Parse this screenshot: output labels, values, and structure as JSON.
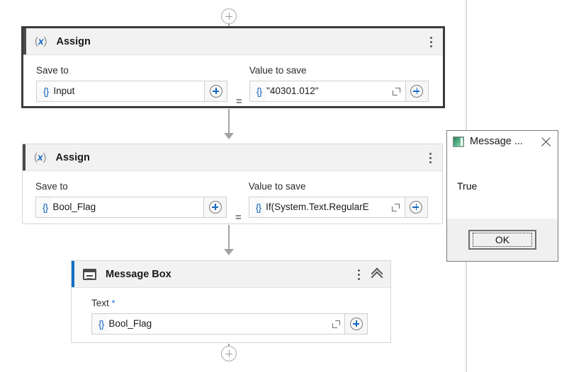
{
  "canvas": {
    "top_add_label": "+",
    "bottom_add_label": "+"
  },
  "nodes": [
    {
      "id": "assign-1",
      "icon": "assign-variable-icon",
      "title": "Assign",
      "selected": true,
      "accent": "#4a4a4a",
      "left_field": {
        "label": "Save to",
        "brace": "{}",
        "value": "Input"
      },
      "operator": "=",
      "right_field": {
        "label": "Value to save",
        "brace": "{}",
        "value": "\"40301.012\""
      }
    },
    {
      "id": "assign-2",
      "icon": "assign-variable-icon",
      "title": "Assign",
      "selected": false,
      "accent": "#4a4a4a",
      "left_field": {
        "label": "Save to",
        "brace": "{}",
        "value": "Bool_Flag"
      },
      "operator": "=",
      "right_field": {
        "label": "Value to save",
        "brace": "{}",
        "value": "If(System.Text.RegularE"
      }
    },
    {
      "id": "message-box",
      "icon": "message-box-icon",
      "title": "Message Box",
      "selected": false,
      "accent": "#0f6fc5",
      "text_field": {
        "label": "Text",
        "required_marker": "*",
        "brace": "{}",
        "value": "Bool_Flag"
      }
    }
  ],
  "dialog": {
    "icon": "app-window-icon",
    "title": "Message ...",
    "close_label": "×",
    "message": "True",
    "ok_label": "OK"
  },
  "colors": {
    "accent_blue": "#0f6fc5",
    "accent_gray": "#4a4a4a",
    "connector": "#a3a3a3",
    "card_header_bg": "#f2f2f2"
  }
}
